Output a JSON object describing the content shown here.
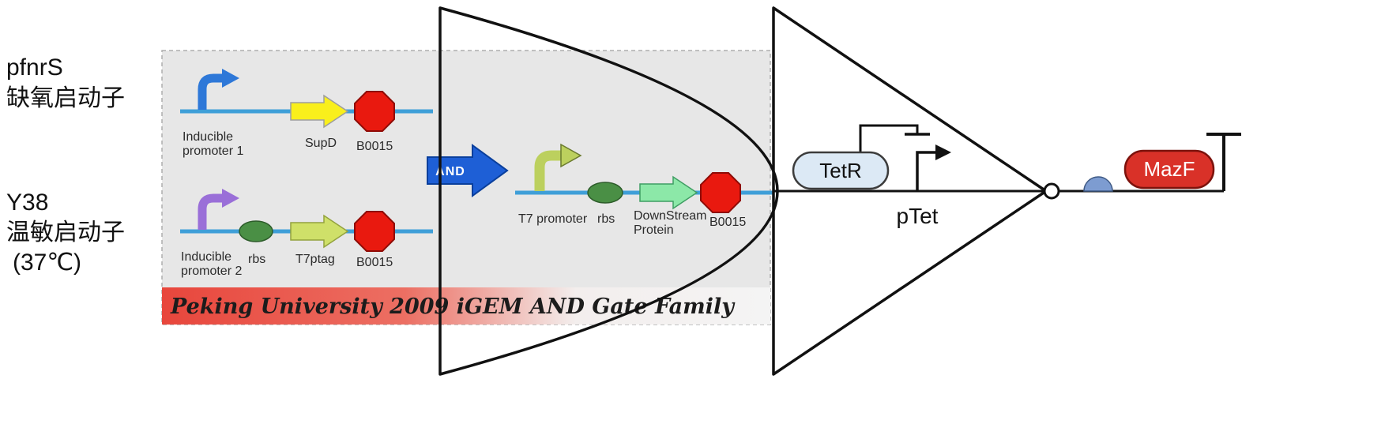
{
  "left_labels": {
    "top_name": "pfnrS",
    "top_desc": "缺氧启动子",
    "bottom_name": "Y38",
    "bottom_desc": "温敏启动子",
    "bottom_temp": "(37℃)"
  },
  "panel": {
    "banner_text": "Peking University 2009 iGEM AND Gate Family",
    "circuit1": {
      "promoter_line1": "Inducible",
      "promoter_line2": "promoter 1",
      "gene": "SupD",
      "terminator": "B0015"
    },
    "circuit2": {
      "promoter_line1": "Inducible",
      "promoter_line2": "promoter 2",
      "rbs": "rbs",
      "gene": "T7ptag",
      "terminator": "B0015"
    },
    "and_label": "AND",
    "output": {
      "promoter": "T7 promoter",
      "rbs": "rbs",
      "gene_line1": "DownStream",
      "gene_line2": "Protein",
      "terminator": "B0015"
    }
  },
  "tet_module": {
    "repressor": "TetR",
    "promoter": "pTet"
  },
  "effector": {
    "gene": "MazF"
  },
  "colors": {
    "panel_gray": "#e7e7e7",
    "backbone_blue": "#3f9fd8",
    "promoter1_blue": "#2e78d8",
    "promoter2_purple": "#9a6fd8",
    "supd_yellow": "#f9ef1c",
    "t7ptag_green": "#cfe069",
    "output_promoter_olive": "#bcd05e",
    "downstream_green": "#8ce8a8",
    "rbs_green": "#4a8f45",
    "terminator_red": "#e9190f",
    "and_arrow_blue": "#1e5fd6",
    "banner_red": "#e8463c",
    "tetr_fill": "#dce9f5",
    "mazf_red": "#d93128",
    "rbs_dome_blue": "#7d9cd1"
  }
}
